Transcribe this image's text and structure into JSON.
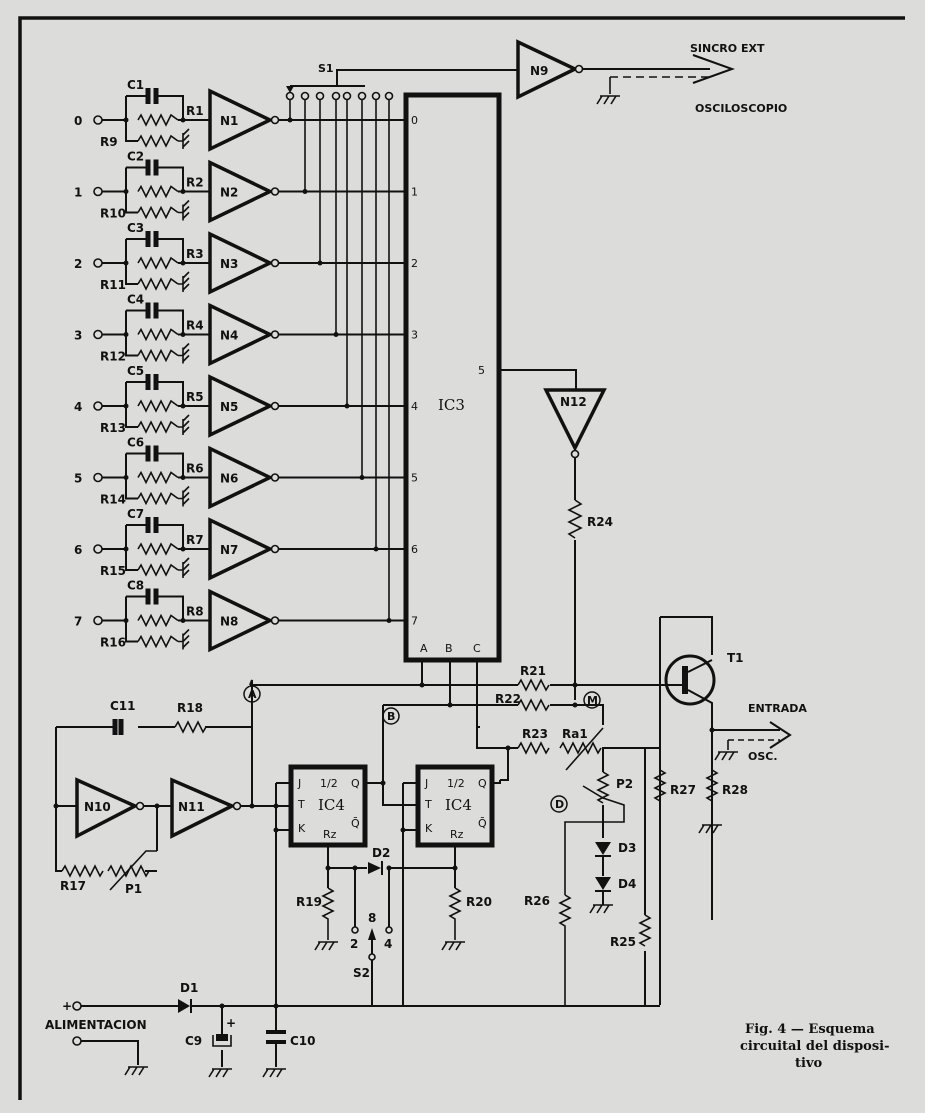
{
  "figure": {
    "caption_line1": "Fig. 4 — Esquema",
    "caption_line2": "circuital del disposi-",
    "caption_line3": "tivo"
  },
  "inputs": [
    {
      "terminal": "0",
      "cap": "C1",
      "series_r": "R1",
      "shunt_r": "R9",
      "gate": "N1",
      "ic3_pin": "0"
    },
    {
      "terminal": "1",
      "cap": "C2",
      "series_r": "R2",
      "shunt_r": "R10",
      "gate": "N2",
      "ic3_pin": "1"
    },
    {
      "terminal": "2",
      "cap": "C3",
      "series_r": "R3",
      "shunt_r": "R11",
      "gate": "N3",
      "ic3_pin": "2"
    },
    {
      "terminal": "3",
      "cap": "C4",
      "series_r": "R4",
      "shunt_r": "R12",
      "gate": "N4",
      "ic3_pin": "3"
    },
    {
      "terminal": "4",
      "cap": "C5",
      "series_r": "R5",
      "shunt_r": "R13",
      "gate": "N5",
      "ic3_pin": "4"
    },
    {
      "terminal": "5",
      "cap": "C6",
      "series_r": "R6",
      "shunt_r": "R14",
      "gate": "N6",
      "ic3_pin": "5"
    },
    {
      "terminal": "6",
      "cap": "C7",
      "series_r": "R7",
      "shunt_r": "R15",
      "gate": "N7",
      "ic3_pin": "6"
    },
    {
      "terminal": "7",
      "cap": "C8",
      "series_r": "R8",
      "shunt_r": "R16",
      "gate": "N8",
      "ic3_pin": "7"
    }
  ],
  "selector_switch": "S1",
  "sync": {
    "gate": "N9",
    "label_top": "SINCRO EXT",
    "label_bottom": "OSCILOSCOPIO"
  },
  "ic3": {
    "label": "IC3",
    "output_pin": "5",
    "address_pins": [
      "A",
      "B",
      "C"
    ]
  },
  "n12": {
    "gate": "N12",
    "resistor": "R24"
  },
  "transistor": {
    "label": "T1",
    "out_label": "ENTRADA",
    "osc_label": "OSC.",
    "r27": "R27",
    "r28": "R28"
  },
  "ladder": {
    "r21": "R21",
    "r22": "R22",
    "r23": "R23",
    "ra1": "Ra1",
    "node_m": "M",
    "p2": "P2",
    "d3": "D3",
    "d4": "D4",
    "node_d": "D",
    "r25": "R25",
    "r26": "R26"
  },
  "oscillator": {
    "c11": "C11",
    "r18": "R18",
    "n10": "N10",
    "n11": "N11",
    "r17": "R17",
    "p1": "P1",
    "node_a": "A"
  },
  "flipflops": [
    {
      "frac": "1/2",
      "label": "IC4",
      "j": "J",
      "t": "T",
      "k": "K",
      "q": "Q",
      "qn": "Q̄",
      "rz": "Rz"
    },
    {
      "frac": "1/2",
      "label": "IC4",
      "j": "J",
      "t": "T",
      "k": "K",
      "q": "Q",
      "qn": "Q̄",
      "rz": "Rz"
    }
  ],
  "node_b": "B",
  "reset": {
    "r19": "R19",
    "r20": "R20",
    "d2": "D2",
    "s2": "S2",
    "pos_2": "2",
    "pos_8": "8",
    "pos_4": "4"
  },
  "power": {
    "plus": "+",
    "label": "ALIMENTACION",
    "d1": "D1",
    "c9": "C9",
    "c9_pol": "+",
    "c10": "C10"
  }
}
